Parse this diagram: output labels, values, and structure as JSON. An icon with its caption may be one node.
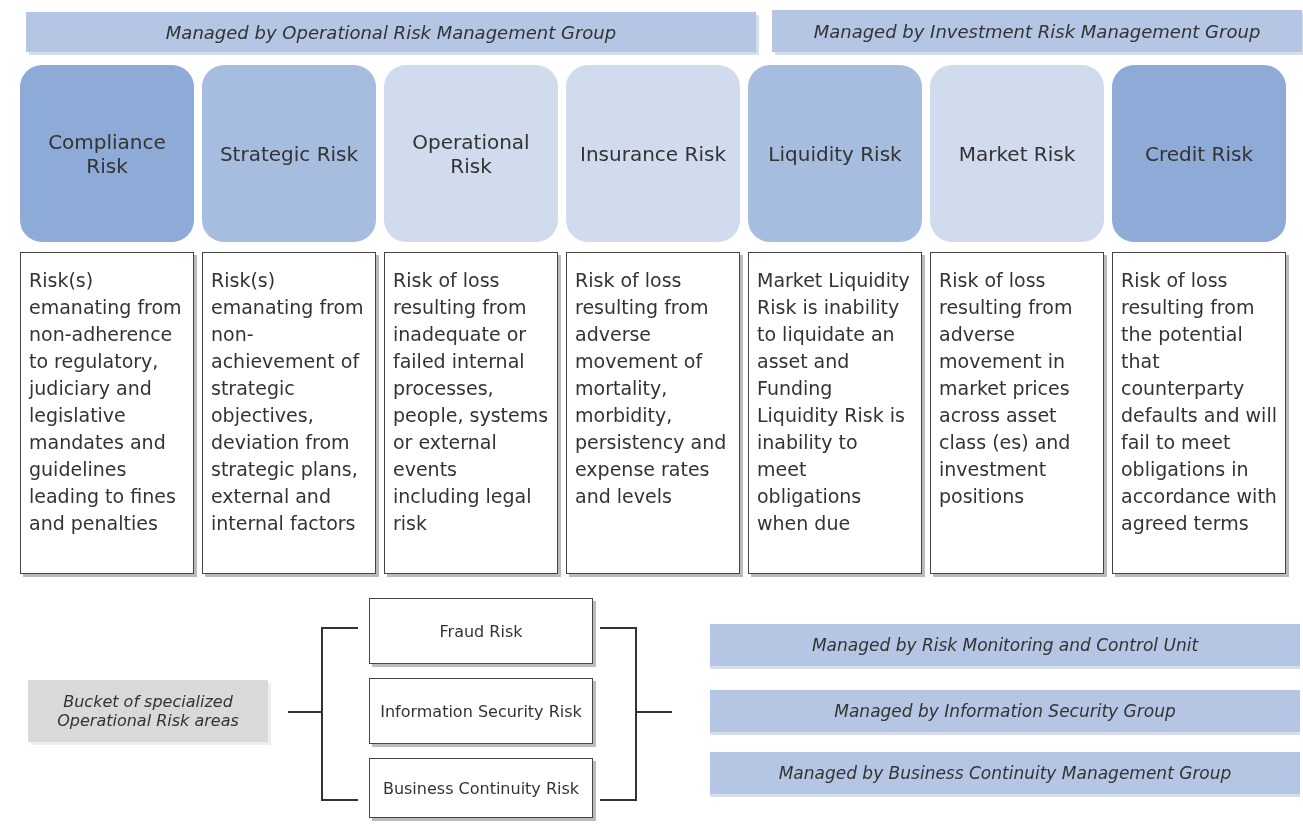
{
  "diagram": {
    "nodes": [
      {
        "text": [
          "Managed by Operational Risk Management Group"
        ]
      },
      {
        "text": [
          "Managed by Investment Risk Management Group"
        ]
      },
      {
        "text": [
          "Compliance Risk"
        ]
      },
      {
        "text": [
          "Strategic Risk"
        ]
      },
      {
        "text": [
          "Operational Risk"
        ]
      },
      {
        "text": [
          "Insurance Risk"
        ]
      },
      {
        "text": [
          "Liquidity Risk"
        ]
      },
      {
        "text": [
          "Market Risk"
        ]
      },
      {
        "text": [
          "Credit Risk"
        ]
      },
      {
        "text": [
          "Risk(s) emanating from non-adherence to regulatory, judiciary and legislative mandates and guidelines leading to fines and penalties"
        ]
      },
      {
        "text": [
          "Risk(s) emanating from non-achievement of strategic objectives, deviation from strategic plans, external and internal factors"
        ]
      },
      {
        "text": [
          "Risk of loss resulting from inadequate or failed internal processes, people, systems or external events including legal risk"
        ]
      },
      {
        "text": [
          "Risk of loss resulting from adverse movement of mortality, morbidity, persistency and expense rates and levels"
        ]
      },
      {
        "text": [
          "Market Liquidity Risk is inability to liquidate an asset and Funding Liquidity Risk is inability to meet obligations when due"
        ]
      },
      {
        "text": [
          "Risk of loss resulting from adverse movement in market prices across asset class (es) and investment positions"
        ]
      },
      {
        "text": [
          "Risk of loss resulting from the potential that counterparty defaults and will fail to meet obligations in accordance with agreed terms"
        ]
      },
      {
        "text": [
          "Bucket of specialized Operational Risk areas"
        ]
      },
      {
        "text": [
          "Fraud Risk"
        ]
      },
      {
        "text": [
          "Information Security Risk"
        ]
      },
      {
        "text": [
          "Business Continuity Risk"
        ]
      },
      {
        "text": [
          "Managed by Risk Monitoring and Control Unit"
        ]
      },
      {
        "text": [
          "Managed by Information Security Group"
        ]
      },
      {
        "text": [
          "Managed by Business Continuity Management Group"
        ]
      }
    ],
    "edges": []
  }
}
